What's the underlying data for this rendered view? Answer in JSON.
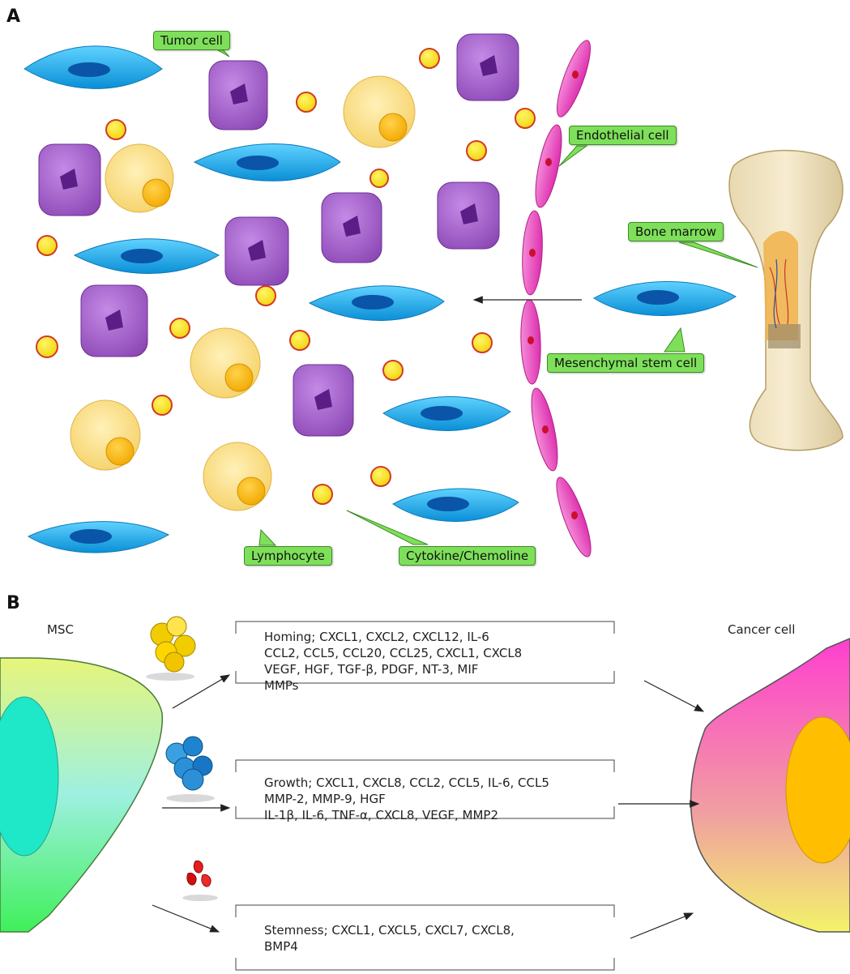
{
  "panel_a": {
    "letter": "A",
    "labels": {
      "tumor_cell": "Tumor cell",
      "endothelial_cell": "Endothelial cell",
      "bone_marrow": "Bone marrow",
      "mesenchymal_stem_cell": "Mesenchymal stem cell",
      "lymphocyte": "Lymphocyte",
      "cytokine": "Cytokine/Chemoline"
    }
  },
  "panel_b": {
    "letter": "B",
    "msc_label": "MSC",
    "cancer_label": "Cancer cell",
    "boxes": [
      {
        "lines": [
          "Homing; CXCL1, CXCL2, CXCL12, IL-6",
          "CCL2, CCL5, CCL20, CCL25, CXCL1, CXCL8",
          "VEGF, HGF, TGF-β, PDGF, NT-3, MIF",
          "MMPs"
        ]
      },
      {
        "lines": [
          "Growth; CXCL1, CXCL8, CCL2, CCL5, IL-6, CCL5",
          "MMP-2, MMP-9, HGF",
          "IL-1β, IL-6, TNF-α, CXCL8, VEGF, MMP2"
        ]
      },
      {
        "lines": [
          "Stemness; CXCL1, CXCL5, CXCL7, CXCL8,",
          "BMP4"
        ]
      }
    ]
  },
  "colors": {
    "msc_blue": "#1eb0e8",
    "tumor_purple": "#a45fc9",
    "lymphocyte_yellow": "#f8d77a",
    "cytokine_yellow": "#f6e21a",
    "endothelial_pink": "#ec4fbf",
    "callout_green": "#7ee05a"
  }
}
